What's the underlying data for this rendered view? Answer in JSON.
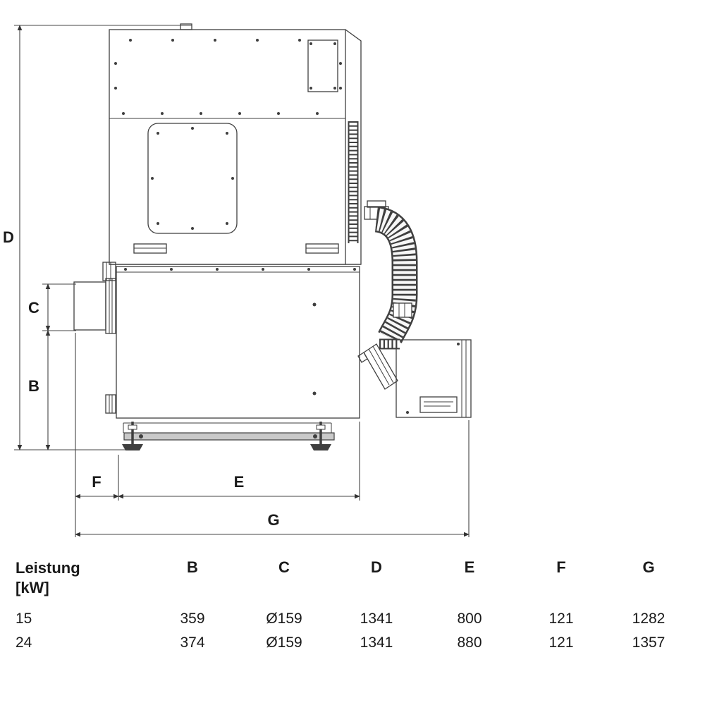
{
  "diagram": {
    "labels": {
      "D": "D",
      "C": "C",
      "B": "B",
      "F": "F",
      "E": "E",
      "G": "G"
    }
  },
  "table": {
    "header": {
      "power_line1": "Leistung",
      "power_line2": "[kW]",
      "cols": [
        "B",
        "C",
        "D",
        "E",
        "F",
        "G"
      ]
    },
    "rows": [
      {
        "power": "15",
        "values": [
          "359",
          "Ø159",
          "1341",
          "800",
          "121",
          "1282"
        ]
      },
      {
        "power": "24",
        "values": [
          "374",
          "Ø159",
          "1341",
          "880",
          "121",
          "1357"
        ]
      }
    ]
  }
}
